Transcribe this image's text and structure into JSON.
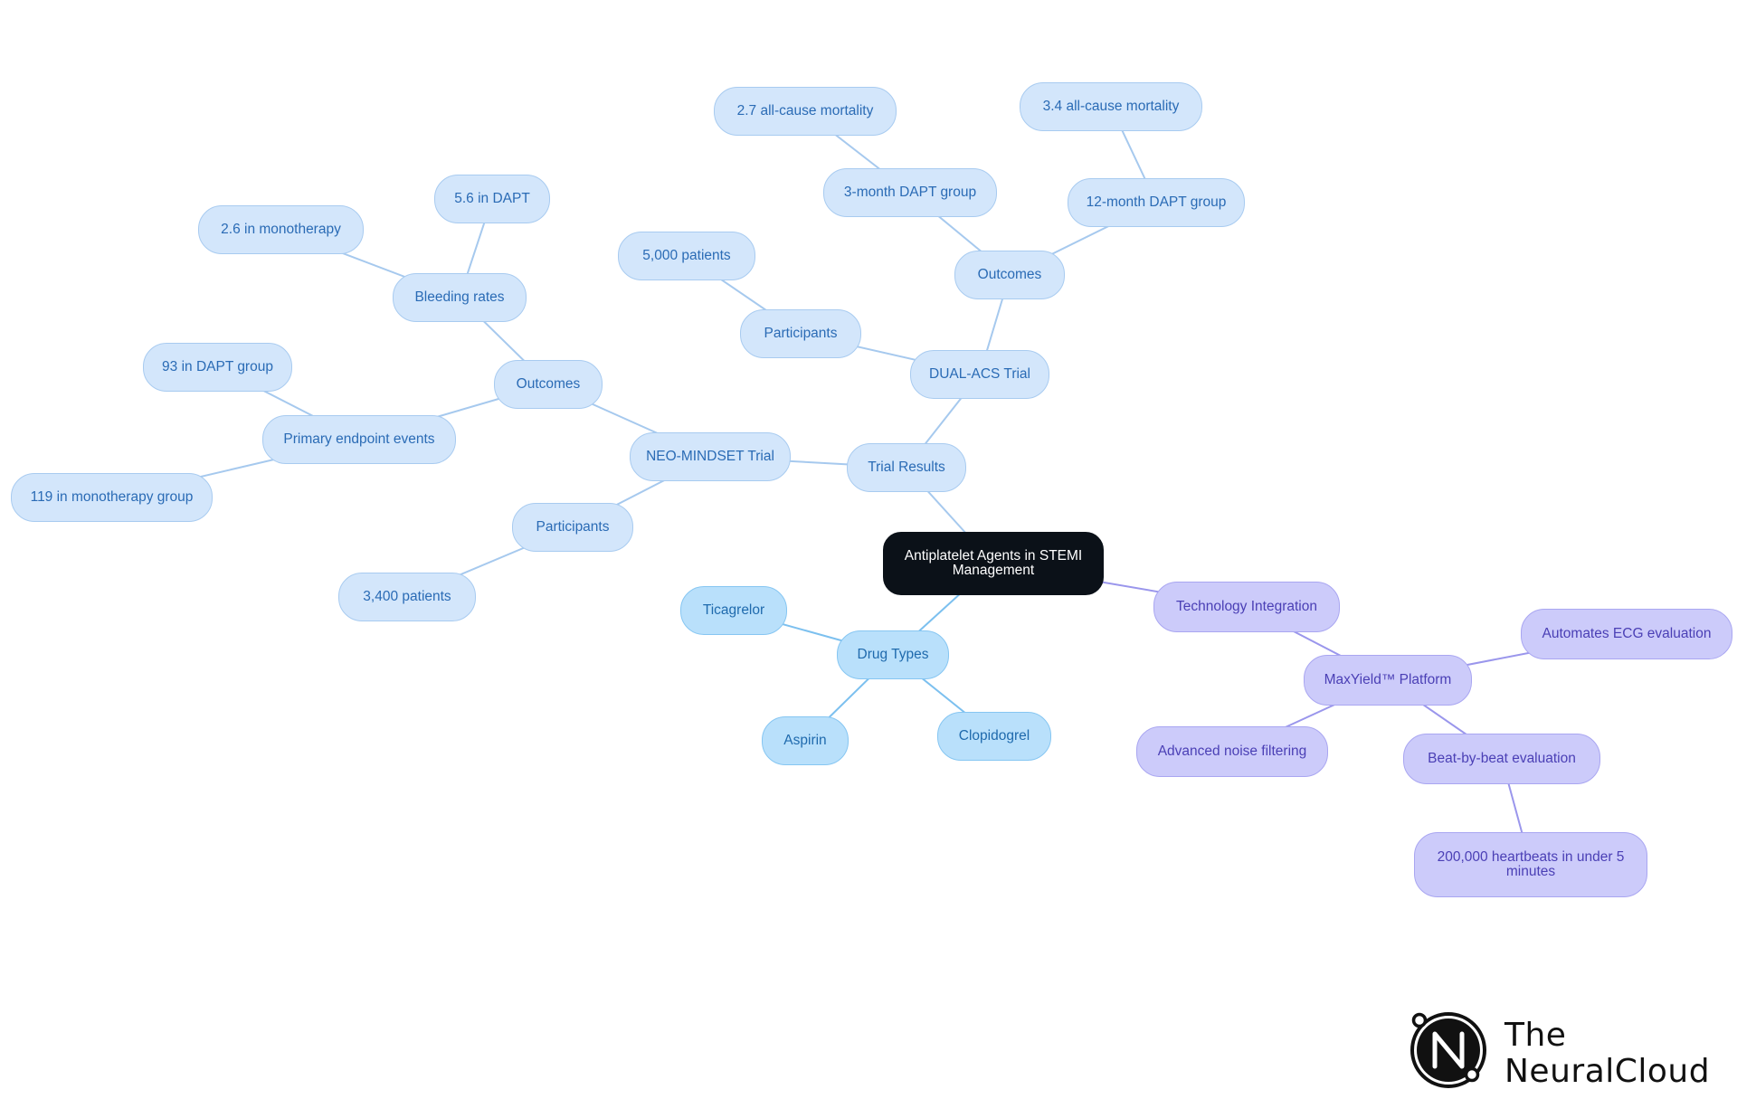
{
  "diagram": {
    "type": "mind-map",
    "colors": {
      "root_fill": "#0b1118",
      "blue_fill": "#d3e6fb",
      "blue_edge": "#a6c9ee",
      "sky_fill": "#b9e0fb",
      "sky_edge": "#7cc0ef",
      "purple_fill": "#cccbfa",
      "purple_edge": "#9a96ec"
    },
    "nodes": {
      "root": "Antiplatelet Agents in STEMI Management",
      "trial_results": "Trial Results",
      "neo_mindset": "NEO-MINDSET Trial",
      "neo_outcomes": "Outcomes",
      "bleeding_rates": "Bleeding rates",
      "bleed_dapt": "5.6 in DAPT",
      "bleed_mono": "2.6 in monotherapy",
      "primary_endpoint": "Primary endpoint events",
      "pe_dapt": "93 in DAPT group",
      "pe_mono": "119 in monotherapy group",
      "neo_participants": "Participants",
      "neo_participants_n": "3,400 patients",
      "dual_acs": "DUAL-ACS Trial",
      "dual_participants": "Participants",
      "dual_participants_n": "5,000 patients",
      "dual_outcomes": "Outcomes",
      "three_month": "3-month DAPT group",
      "three_month_mort": "2.7 all-cause mortality",
      "twelve_month": "12-month DAPT group",
      "twelve_month_mort": "3.4 all-cause mortality",
      "drug_types": "Drug Types",
      "ticagrelor": "Ticagrelor",
      "aspirin": "Aspirin",
      "clopidogrel": "Clopidogrel",
      "tech_integration": "Technology Integration",
      "maxyield": "MaxYield™ Platform",
      "automates_ecg": "Automates ECG evaluation",
      "noise_filtering": "Advanced noise filtering",
      "beat_by_beat": "Beat-by-beat evaluation",
      "heartbeats": "200,000 heartbeats in under 5 minutes"
    },
    "edges": [
      [
        "root",
        "trial_results"
      ],
      [
        "trial_results",
        "neo_mindset"
      ],
      [
        "neo_mindset",
        "neo_outcomes"
      ],
      [
        "neo_outcomes",
        "bleeding_rates"
      ],
      [
        "bleeding_rates",
        "bleed_dapt"
      ],
      [
        "bleeding_rates",
        "bleed_mono"
      ],
      [
        "neo_outcomes",
        "primary_endpoint"
      ],
      [
        "primary_endpoint",
        "pe_dapt"
      ],
      [
        "primary_endpoint",
        "pe_mono"
      ],
      [
        "neo_mindset",
        "neo_participants"
      ],
      [
        "neo_participants",
        "neo_participants_n"
      ],
      [
        "trial_results",
        "dual_acs"
      ],
      [
        "dual_acs",
        "dual_participants"
      ],
      [
        "dual_participants",
        "dual_participants_n"
      ],
      [
        "dual_acs",
        "dual_outcomes"
      ],
      [
        "dual_outcomes",
        "three_month"
      ],
      [
        "three_month",
        "three_month_mort"
      ],
      [
        "dual_outcomes",
        "twelve_month"
      ],
      [
        "twelve_month",
        "twelve_month_mort"
      ],
      [
        "root",
        "drug_types"
      ],
      [
        "drug_types",
        "ticagrelor"
      ],
      [
        "drug_types",
        "aspirin"
      ],
      [
        "drug_types",
        "clopidogrel"
      ],
      [
        "root",
        "tech_integration"
      ],
      [
        "tech_integration",
        "maxyield"
      ],
      [
        "maxyield",
        "automates_ecg"
      ],
      [
        "maxyield",
        "noise_filtering"
      ],
      [
        "maxyield",
        "beat_by_beat"
      ],
      [
        "beat_by_beat",
        "heartbeats"
      ]
    ]
  },
  "brand": {
    "logo_icon": "neuralcloud-n-logo-icon",
    "line1": "The",
    "line2": "NeuralCloud"
  }
}
